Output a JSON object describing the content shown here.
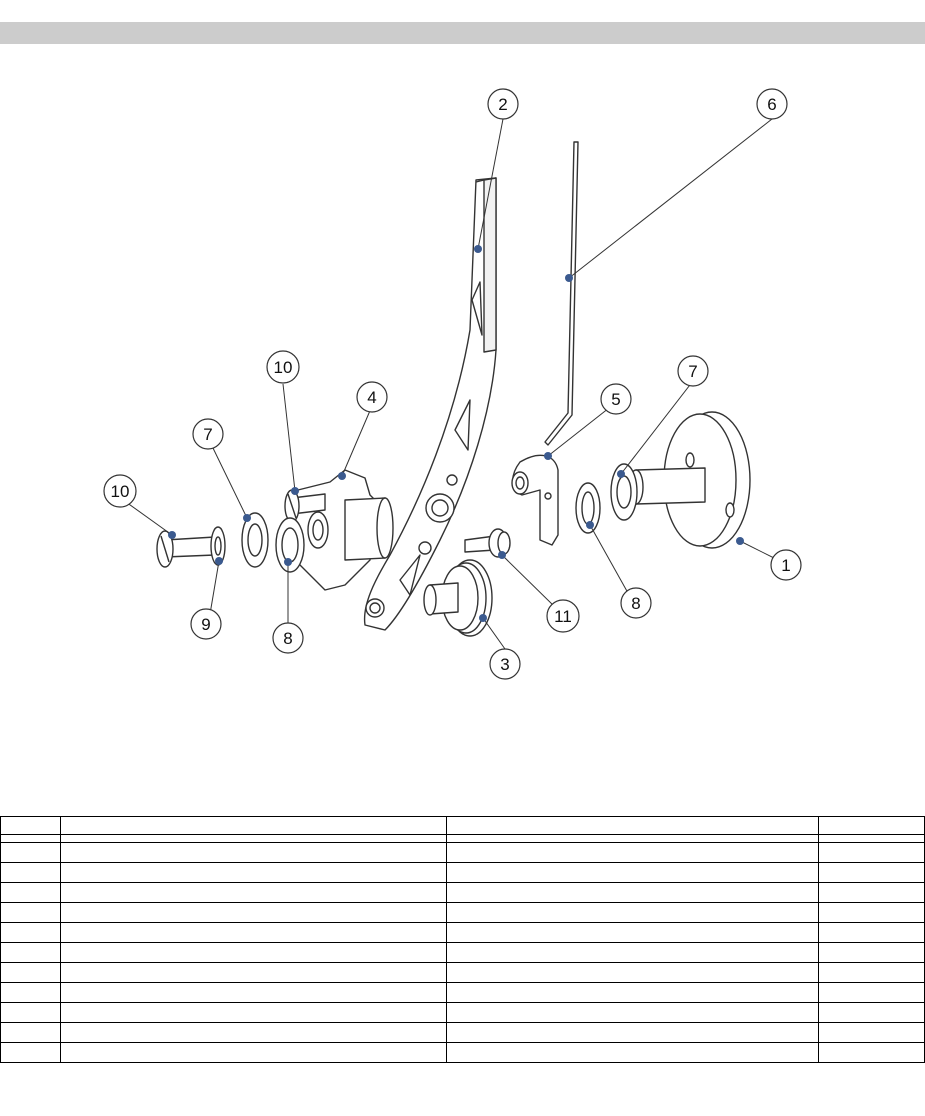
{
  "callouts": [
    {
      "id": "callout-2",
      "label": "2"
    },
    {
      "id": "callout-6",
      "label": "6"
    },
    {
      "id": "callout-10a",
      "label": "10"
    },
    {
      "id": "callout-4",
      "label": "4"
    },
    {
      "id": "callout-7a",
      "label": "7"
    },
    {
      "id": "callout-5",
      "label": "5"
    },
    {
      "id": "callout-7b",
      "label": "7"
    },
    {
      "id": "callout-10b",
      "label": "10"
    },
    {
      "id": "callout-9",
      "label": "9"
    },
    {
      "id": "callout-8a",
      "label": "8"
    },
    {
      "id": "callout-11",
      "label": "11"
    },
    {
      "id": "callout-8b",
      "label": "8"
    },
    {
      "id": "callout-1",
      "label": "1"
    },
    {
      "id": "callout-3",
      "label": "3"
    }
  ],
  "colors": {
    "header_band": "#cccccc",
    "leader_dot": "#3b5a8f",
    "line": "#333333"
  },
  "table": {
    "rows": [
      [
        "",
        "",
        "",
        ""
      ],
      [
        "",
        "",
        "",
        ""
      ],
      [
        "",
        "",
        "",
        ""
      ],
      [
        "",
        "",
        "",
        ""
      ],
      [
        "",
        "",
        "",
        ""
      ],
      [
        "",
        "",
        "",
        ""
      ],
      [
        "",
        "",
        "",
        ""
      ],
      [
        "",
        "",
        "",
        ""
      ],
      [
        "",
        "",
        "",
        ""
      ],
      [
        "",
        "",
        "",
        ""
      ],
      [
        "",
        "",
        "",
        ""
      ],
      [
        "",
        "",
        "",
        ""
      ],
      [
        "",
        "",
        "",
        ""
      ]
    ]
  }
}
